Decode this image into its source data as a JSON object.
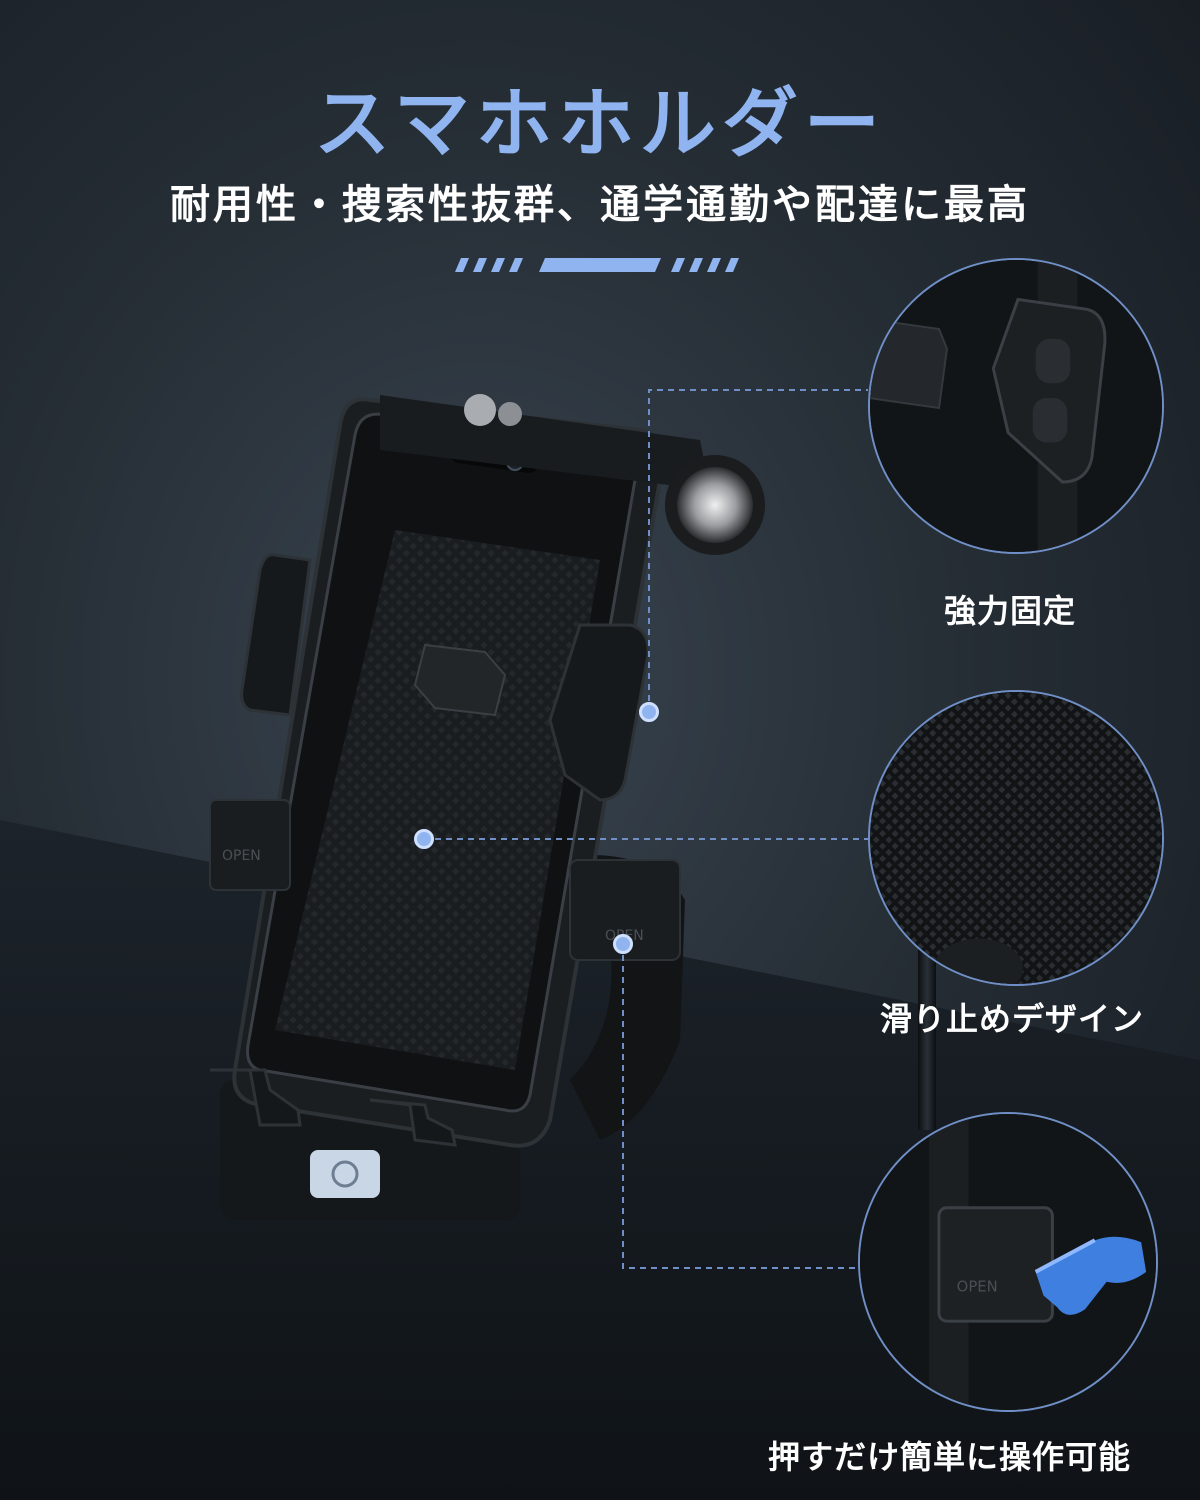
{
  "header": {
    "title": "スマホホルダー",
    "subtitle": "耐用性・捜索性抜群、通学通勤や配達に最高"
  },
  "features": [
    {
      "label": "強力固定",
      "icon": "clamp-grip-icon"
    },
    {
      "label": "滑り止めデザイン",
      "icon": "anti-slip-texture-icon"
    },
    {
      "label": "押すだけ簡単に操作可能",
      "icon": "push-release-icon"
    }
  ],
  "product": {
    "open_label": "OPEN"
  },
  "colors": {
    "accent": "#8fb4f0",
    "callout_line": "#6f8fc6",
    "background": "#262e36"
  }
}
